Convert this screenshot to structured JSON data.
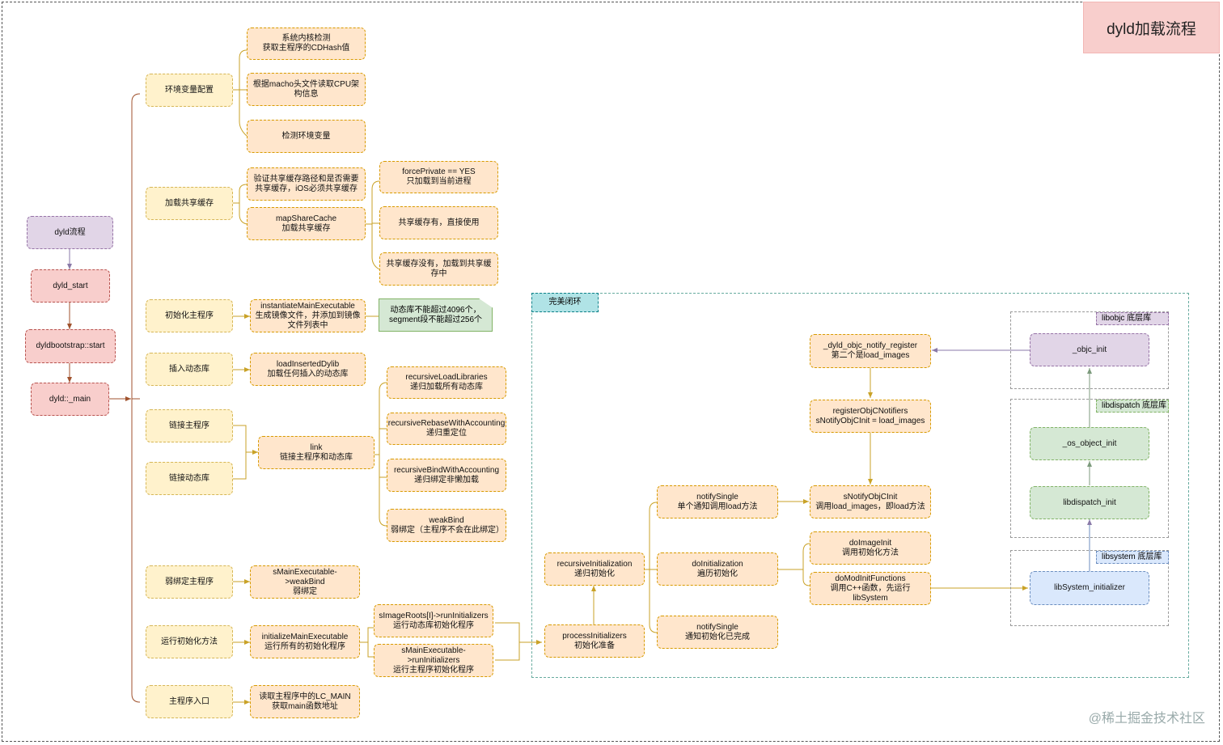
{
  "title": "dyld加载流程",
  "watermark": "@稀土掘金技术社区",
  "left_chain": {
    "dyld_flow": "dyld流程",
    "dyld_start": "dyld_start",
    "bootstrap": "dyldbootstrap::start",
    "main": "dyld::_main"
  },
  "steps": {
    "env_config": "环境变量配置",
    "load_shared_cache": "加载共享缓存",
    "init_main": "初始化主程序",
    "insert_dylib": "插入动态库",
    "link_main": "链接主程序",
    "link_dylib": "链接动态库",
    "weak_bind_main": "弱绑定主程序",
    "run_init": "运行初始化方法",
    "main_entry": "主程序入口"
  },
  "env": {
    "kernel_check": "系统内核检测\n获取主程序的CDHash值",
    "read_cpu": "根据macho头文件读取CPU架构信息",
    "check_env": "检测环境变量"
  },
  "cache": {
    "verify": "验证共享缓存路径和是否需要共享缓存，iOS必须共享缓存",
    "map": "mapShareCache\n加载共享缓存",
    "force_private": "forcePrivate == YES\n只加载到当前进程",
    "has_cache": "共享缓存有，直接使用",
    "no_cache": "共享缓存没有，加载到共享缓存中"
  },
  "init_main": {
    "instantiate": "instantiateMainExecutable\n生成镜像文件，并添加到镜像文件列表中",
    "note": "动态库不能超过4096个，\nsegment段不能超过256个"
  },
  "insert": {
    "load_inserted": "loadInsertedDylib\n加载任何插入的动态库"
  },
  "link": {
    "link": "link\n链接主程序和动态库",
    "recursive_load": "recursiveLoadLibraries\n递归加载所有动态库",
    "rebase": "recursiveRebaseWithAccounting\n递归重定位",
    "bind": "recursiveBindWithAccounting\n递归绑定非懒加载",
    "weak_bind": "weakBind\n弱绑定（主程序不会在此绑定）"
  },
  "weak": {
    "main_weak_bind": "sMainExecutable->weakBind\n弱绑定"
  },
  "run_init": {
    "initialize_main": "initializeMainExecutable\n运行所有的初始化程序",
    "image_roots": "sImageRoots[I]->runInitializers\n运行动态库初始化程序",
    "main_run": "sMainExecutable->runInitializers\n运行主程序初始化程序"
  },
  "entry": {
    "read_lc_main": "读取主程序中的LC_MAIN\n获取main函数地址"
  },
  "loop": {
    "label": "完美闭环",
    "process_init": "processInitializers\n初始化准备",
    "recursive_init": "recursiveInitialization\n递归初始化",
    "notify_single_each": "notifySingle\n单个通知调用load方法",
    "do_initialization": "doInitialization\n遍历初始化",
    "notify_single_done": "notifySingle\n通知初始化已完成",
    "notify_register": "_dyld_objc_notify_register\n第二个是load_images",
    "register_notifiers": "registerObjCNotifiers\nsNotifyObjCInit = load_images",
    "snotify": "sNotifyObjCInit\n调用load_images，即load方法",
    "do_image_init": "doImageInit\n调用初始化方法",
    "do_mod_init": "doModInitFunctions\n调用C++函数，先运行libSystem"
  },
  "libs": {
    "libobjc_label": "libobjc 底层库",
    "objc_init": "_objc_init",
    "libdispatch_label": "libdispatch 底层库",
    "os_object_init": "_os_object_init",
    "libdispatch_init": "libdispatch_init",
    "libsystem_label": "libsystem 底层库",
    "libsystem_initializer": "libSystem_initializer"
  }
}
